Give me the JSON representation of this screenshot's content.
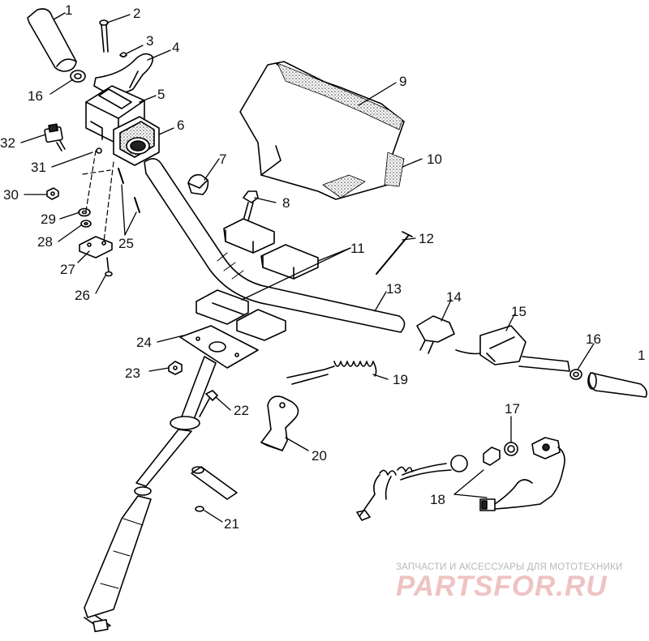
{
  "diagram": {
    "callouts": {
      "c1a": "1",
      "c2": "2",
      "c3": "3",
      "c4": "4",
      "c16a": "16",
      "c5": "5",
      "c6": "6",
      "c32": "32",
      "c31": "31",
      "c30": "30",
      "c29": "29",
      "c28": "28",
      "c25": "25",
      "c27": "27",
      "c26": "26",
      "c7": "7",
      "c8": "8",
      "c9": "9",
      "c10": "10",
      "c11": "11",
      "c12": "12",
      "c13": "13",
      "c14": "14",
      "c15": "15",
      "c16b": "16",
      "c1b": "1",
      "c24": "24",
      "c23": "23",
      "c22": "22",
      "c19": "19",
      "c20": "20",
      "c17": "17",
      "c18": "18",
      "c21": "21"
    }
  },
  "watermark": {
    "tagline": "ЗАПЧАСТИ И АКСЕССУАРЫ ДЛЯ МОТОТЕХНИКИ",
    "logo": "PARTSFOR.RU"
  }
}
